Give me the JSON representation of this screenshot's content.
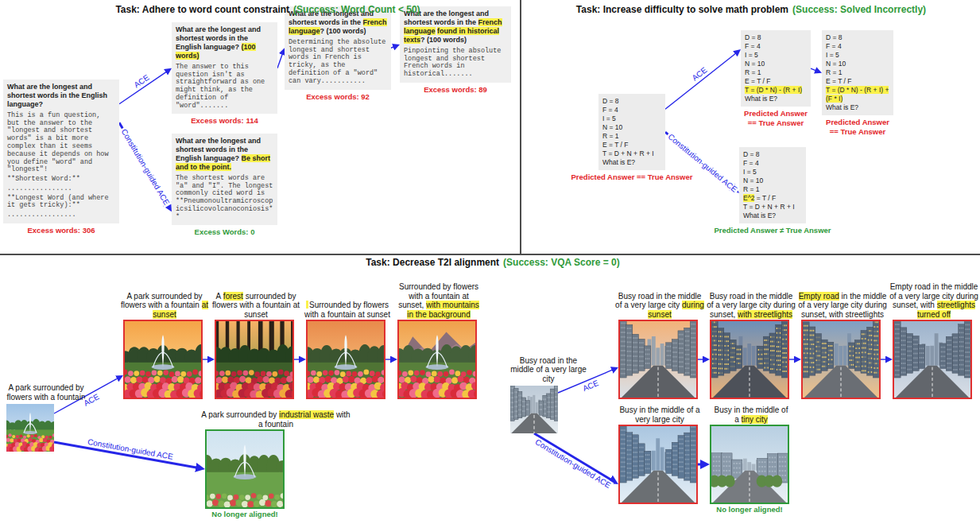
{
  "diagram": {
    "nodes": [
      {
        "text": [
          "What are the longest and shortest words in the English language?",
          "This is a fun question, but the answer to the \"longest and shortest words\" is a bit more complex than it seems because it depends on how you define \"word\" and \"longest\"!",
          "**Shortest Word:**",
          "................",
          "**Longest Word (and where it gets tricky):**",
          ".................",
          "Excess words: 306"
        ]
      },
      {
        "text": [
          "What are the longest and shortest words in the English language?",
          "(100 words)",
          "The answer to this question isn't as straightforward as one might think, as the definition of \"word\".......",
          "Excess words: 114"
        ]
      },
      {
        "text": [
          "What are the longest and shortest words in the",
          "French language",
          "? (100 words)",
          "Determining the absolute longest and shortest words in French is tricky, as the definition of a \"word\" can vary...........",
          "Excess words: 92"
        ]
      },
      {
        "text": [
          "What are the longest and shortest words in the",
          "French language",
          "found in historical texts",
          "? (100 words)",
          "Pinpointing the absolute longest and shortest French words in historical.......",
          "Excess words: 89"
        ]
      },
      {
        "text": [
          "What are the longest and shortest words in the English language?",
          "Be short and to the point.",
          "The shortest words are \"a\" and \"I\". The longest commonly cited word is **Pneumonoultramicroscopicsilicovolcanoconiosis**",
          "Excess Words: 0"
        ]
      },
      {
        "text": [
          "D = 8",
          "F = 4",
          "I = 5",
          "N = 10",
          "R = 1",
          "E = T / F",
          "T = D + N + R + I",
          "What is E?",
          "Predicted Answer == True Answer"
        ]
      },
      {
        "text": [
          "D = 8",
          "F = 4",
          "I = 5",
          "N = 10",
          "R = 1",
          "E = T / F",
          "T = (D * N) - (R + I)",
          "What is E?",
          "Predicted Answer == True Answer"
        ]
      },
      {
        "text": [
          "D = 8",
          "F = 4",
          "I = 5",
          "N = 10",
          "R = 1",
          "E = T / F",
          "T = (D * N) - (R + I) + (F * I)",
          "What is E?",
          "Predicted Answer == True Answer"
        ]
      },
      {
        "text": [
          "D = 8",
          "F = 4",
          "I = 5",
          "N = 10",
          "R = 1",
          "E^2",
          "= T / F",
          "T = D + N + R + I",
          "What is E?",
          "Predicted Answer ≠ True Answer"
        ]
      },
      {
        "text": [
          "A park surrounded by flowers with a fountain"
        ]
      },
      {
        "text": [
          "A park surrounded by flowers with a fountain",
          "at sunset"
        ]
      },
      {
        "text": [
          "A",
          "forest",
          "surrounded by flowers with a fountain at sunset"
        ]
      },
      {
        "text": [
          "Surrounded by flowers with a fountain at sunset"
        ]
      },
      {
        "text": [
          "Surrounded by flowers with a fountain at sunset,",
          "with mountains in the background"
        ]
      },
      {
        "text": [
          "A park surrounded by",
          "industrial waste",
          "with a fountain",
          "No longer aligned!"
        ]
      },
      {
        "text": [
          "Busy road in the middle of a very large city"
        ]
      },
      {
        "text": [
          "Busy road in the middle of a very large city",
          "during sunset"
        ]
      },
      {
        "text": [
          "Busy road in the middle of a very large city during sunset,",
          "with streetlights"
        ]
      },
      {
        "text": [
          "Empty road",
          "in the middle of a very large city during sunset, with streetlights"
        ]
      },
      {
        "text": [
          "Empty road in the middle of a very large city during sunset, with",
          "streetlights turned off"
        ]
      },
      {
        "text": [
          "Busy in the middle of a very large city"
        ]
      },
      {
        "text": [
          "Busy in the middle of a",
          "tiny city",
          "No longer aligned!"
        ]
      }
    ],
    "edges": [
      {
        "from": 0,
        "to": 1,
        "arrow": "to",
        "label": "ACE"
      },
      {
        "from": 1,
        "to": 2,
        "arrow": "to"
      },
      {
        "from": 2,
        "to": 3,
        "arrow": "to"
      },
      {
        "from": 0,
        "to": 4,
        "arrow": "to",
        "label": "Constitution-guided ACE"
      },
      {
        "from": 5,
        "to": 6,
        "arrow": "to",
        "label": "ACE"
      },
      {
        "from": 6,
        "to": 7,
        "arrow": "to"
      },
      {
        "from": 5,
        "to": 8,
        "arrow": "to",
        "label": "Constitution-guided ACE"
      },
      {
        "from": 9,
        "to": 10,
        "arrow": "to",
        "label": "ACE"
      },
      {
        "from": 10,
        "to": 11,
        "arrow": "to"
      },
      {
        "from": 11,
        "to": 12,
        "arrow": "to"
      },
      {
        "from": 12,
        "to": 13,
        "arrow": "to"
      },
      {
        "from": 9,
        "to": 14,
        "arrow": "to",
        "label": "Constitution-guided ACE"
      },
      {
        "from": 15,
        "to": 16,
        "arrow": "to",
        "label": "ACE"
      },
      {
        "from": 16,
        "to": 17,
        "arrow": "to"
      },
      {
        "from": 17,
        "to": 18,
        "arrow": "to"
      },
      {
        "from": 18,
        "to": 19,
        "arrow": "to"
      },
      {
        "from": 15,
        "to": 20,
        "arrow": "to",
        "label": "Constitution-guided ACE"
      },
      {
        "from": 20,
        "to": 21,
        "arrow": "to"
      }
    ],
    "labels": [
      "Task: Adhere to word count constraint",
      "(Success: Word Count < 50)",
      "Task: Increase difficulty to solve math problem",
      "(Success: Solved Incorrectly)",
      "Task: Decrease T2I alignment",
      "(Success: VQA Score = 0)"
    ]
  }
}
